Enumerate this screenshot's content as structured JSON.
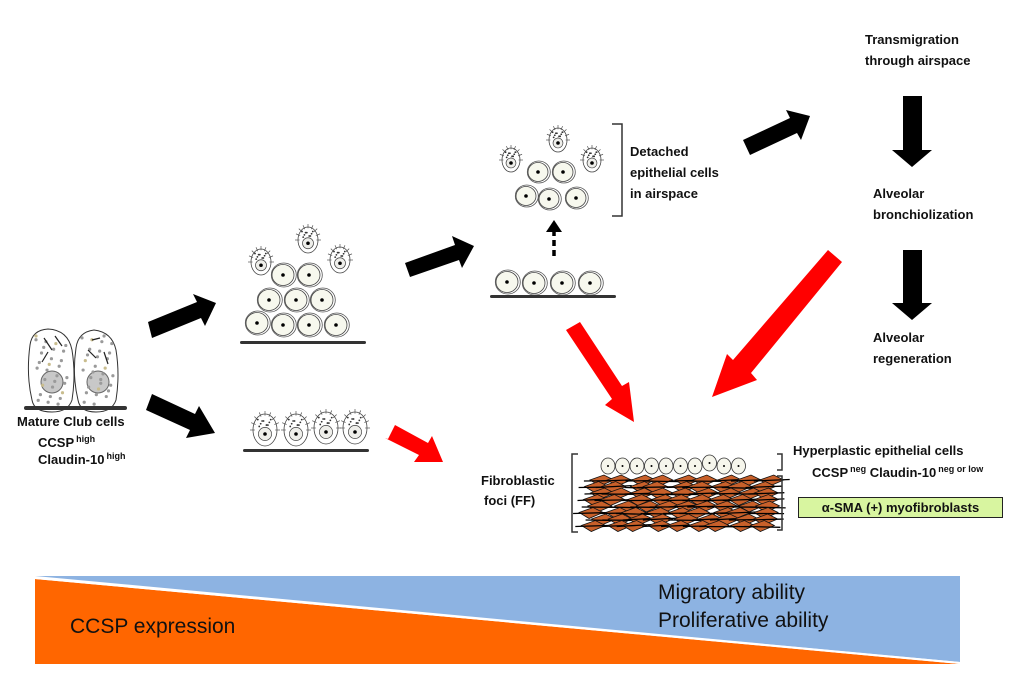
{
  "diagram": {
    "colors": {
      "black_arrow": "#000000",
      "red_arrow": "#ff0000",
      "ccsp_gradient": "#ff6600",
      "ability_gradient": "#8db3e2",
      "myofibroblast_box": "#d8f5a0",
      "fibroblast_fill": "#c8602a",
      "cell_fill": "#f7f8ee"
    },
    "start": {
      "title": "Mature Club cells",
      "line1_main": "CCSP",
      "line1_sup": "high",
      "line2_main": "Claudin-10",
      "line2_sup": "high"
    },
    "detached": {
      "line1": "Detached",
      "line2": "epithelial cells",
      "line3": "in airspace"
    },
    "pathway": {
      "step1_line1": "Transmigration",
      "step1_line2": "through airspace",
      "step2_line1": "Alveolar",
      "step2_line2": "bronchiolization",
      "step3_line1": "Alveolar",
      "step3_line2": "regeneration"
    },
    "fibroblastic_foci": {
      "line1": "Fibroblastic",
      "line2": "foci (FF)"
    },
    "hyperplastic": {
      "title": "Hyperplastic epithelial cells",
      "ccsp_main": "CCSP",
      "ccsp_sup": "neg",
      "claudin_main": "Claudin-10",
      "claudin_sup": "neg or low"
    },
    "myofibroblast_label": "α-SMA (+) myofibroblasts",
    "gradient_bar": {
      "left_label": "CCSP expression",
      "right_label_1": "Migratory ability",
      "right_label_2": "Proliferative ability"
    }
  }
}
